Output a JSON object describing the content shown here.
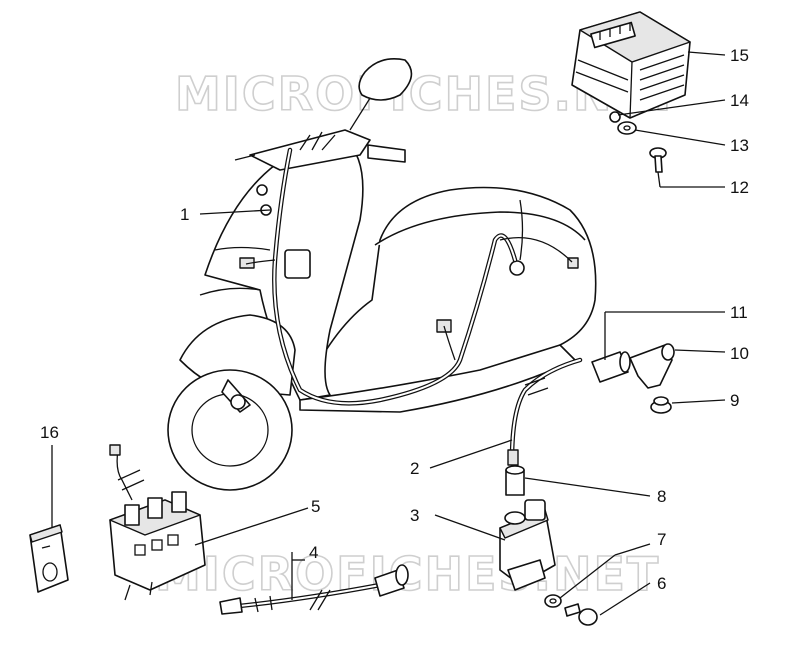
{
  "diagram": {
    "watermark_text": "MICROFICHES.NET",
    "callouts": [
      {
        "id": "1",
        "label": "1"
      },
      {
        "id": "2",
        "label": "2"
      },
      {
        "id": "3",
        "label": "3"
      },
      {
        "id": "4",
        "label": "4"
      },
      {
        "id": "5",
        "label": "5"
      },
      {
        "id": "6",
        "label": "6"
      },
      {
        "id": "7",
        "label": "7"
      },
      {
        "id": "8",
        "label": "8"
      },
      {
        "id": "9",
        "label": "9"
      },
      {
        "id": "10",
        "label": "10"
      },
      {
        "id": "11",
        "label": "11"
      },
      {
        "id": "12",
        "label": "12"
      },
      {
        "id": "13",
        "label": "13"
      },
      {
        "id": "14",
        "label": "14"
      },
      {
        "id": "15",
        "label": "15"
      },
      {
        "id": "16",
        "label": "16"
      }
    ],
    "colors": {
      "line": "#111111",
      "watermark": "#cfcfcf",
      "background": "#ffffff"
    }
  }
}
